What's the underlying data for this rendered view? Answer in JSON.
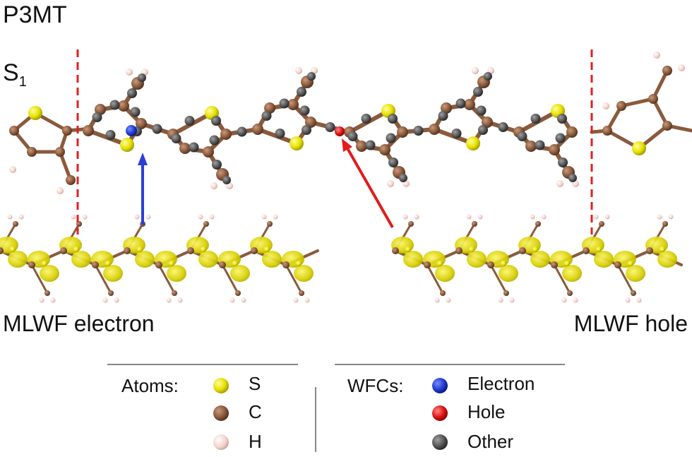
{
  "title": "P3MT",
  "state": {
    "main": "S",
    "sub": "1"
  },
  "labels": {
    "electron_panel": "MLWF electron",
    "hole_panel": "MLWF hole"
  },
  "legend": {
    "atoms_heading": "Atoms:",
    "atoms": [
      {
        "label": "S",
        "color": "#e6e000"
      },
      {
        "label": "C",
        "color": "#8a5a3c"
      },
      {
        "label": "H",
        "color": "#f0c6c0"
      }
    ],
    "wfcs_heading": "WFCs:",
    "wfcs": [
      {
        "label": "Electron",
        "color": "#1f3bd1"
      },
      {
        "label": "Hole",
        "color": "#e01010"
      },
      {
        "label": "Other",
        "color": "#5a5a5a"
      }
    ]
  },
  "colors": {
    "sulfur": "#e6e000",
    "carbon": "#8a5a3c",
    "hydrogen": "#f2cfc8",
    "wfc_other": "#5a5a5a",
    "electron_arrow": "#2a3fd6",
    "hole_arrow": "#e21b1b",
    "boundary_line": "#e02020",
    "orbital": "#d8cf00"
  }
}
